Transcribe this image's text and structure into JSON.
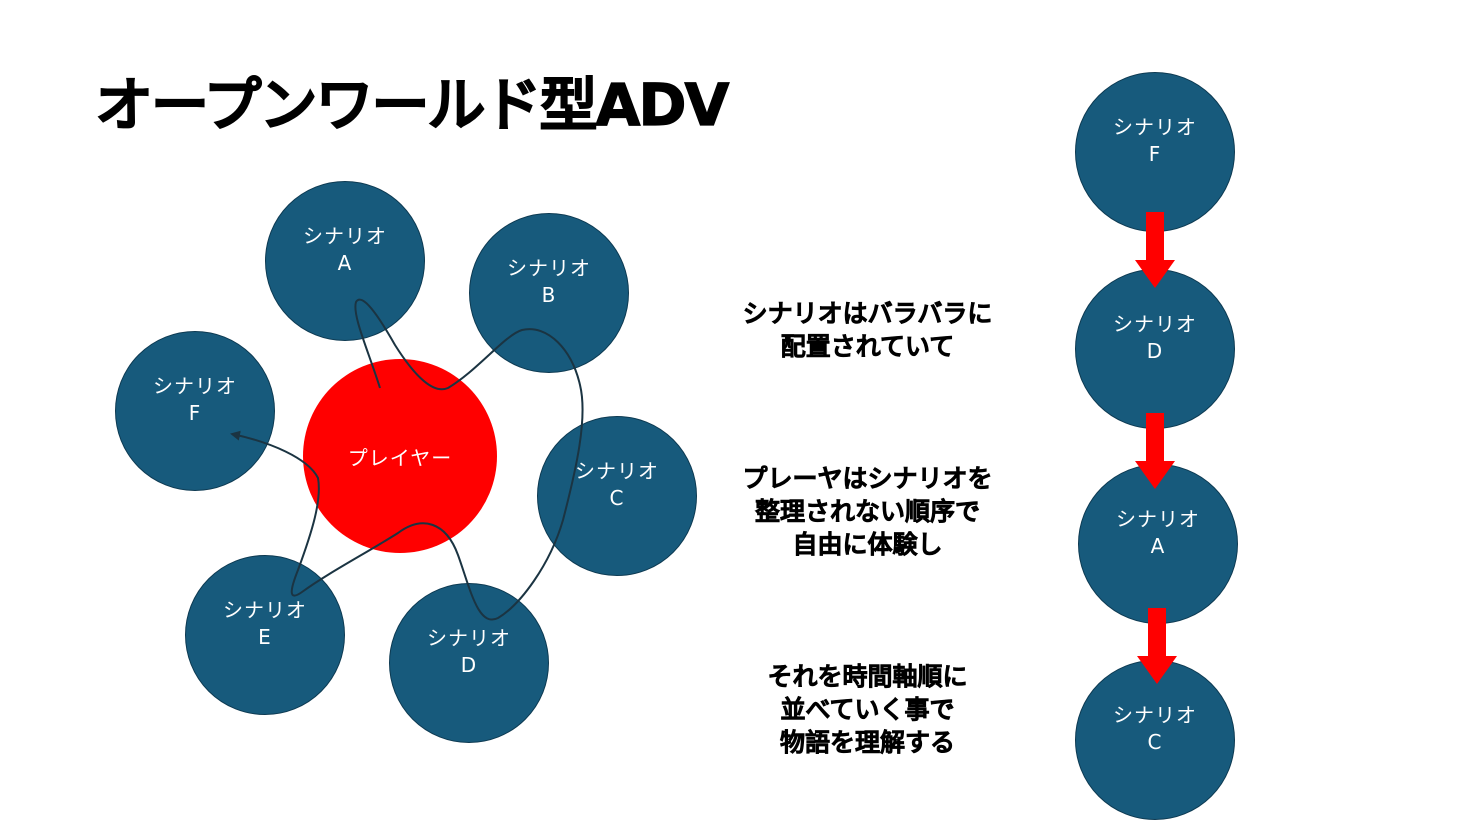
{
  "title": "オープンワールド型ADV",
  "player_label": "プレイヤー",
  "cluster_nodes": [
    {
      "id": "a",
      "label": "シナリオ\nA"
    },
    {
      "id": "b",
      "label": "シナリオ\nB"
    },
    {
      "id": "c",
      "label": "シナリオ\nC"
    },
    {
      "id": "d",
      "label": "シナリオ\nD"
    },
    {
      "id": "e",
      "label": "シナリオ\nE"
    },
    {
      "id": "f",
      "label": "シナリオ\nF"
    }
  ],
  "description": [
    "シナリオはバラバラに\n配置されていて",
    "プレーヤはシナリオを\n整理されない順序で\n自由に体験し",
    "それを時間軸順に\n並べていく事で\n物語を理解する"
  ],
  "timeline_nodes": [
    {
      "label": "シナリオ\nF"
    },
    {
      "label": "シナリオ\nD"
    },
    {
      "label": "シナリオ\nA"
    },
    {
      "label": "シナリオ\nC"
    }
  ],
  "colors": {
    "node_fill": "#175a7c",
    "player_fill": "#ff0000",
    "arrow": "#ff0000",
    "path": "#1b3442"
  }
}
